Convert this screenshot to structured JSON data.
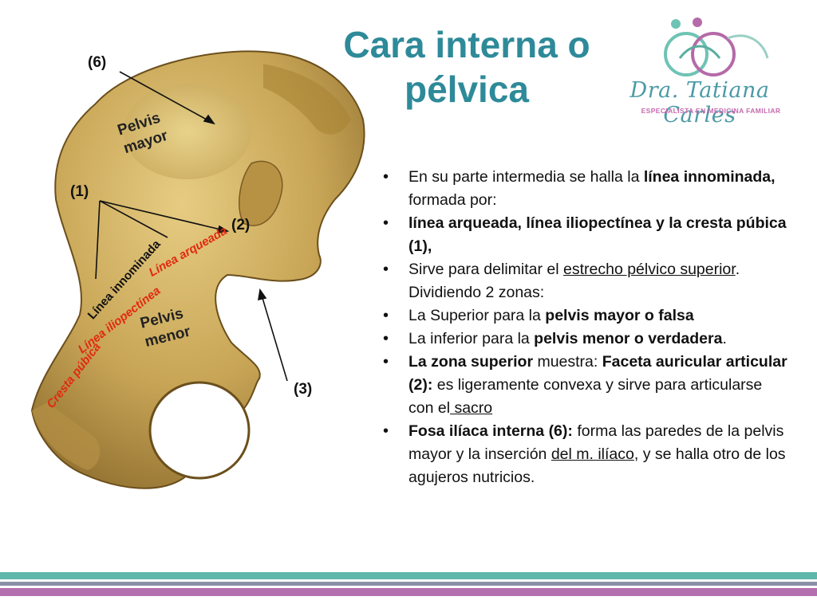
{
  "title": "Cara interna o pélvica",
  "logo": {
    "name": "Dra. Tatiana Carles",
    "subtitle": "ESPECIALISTA EN MEDICINA FAMILIAR"
  },
  "labels": {
    "n6": "(6)",
    "n1": "(1)",
    "n2": "(2)",
    "n3": "(3)",
    "pelvis_mayor": "Pelvis mayor",
    "pelvis_menor": "Pelvis menor",
    "linea_arqueada": "Línea arqueada",
    "linea_iliopectinea": "Línea iliopectínea",
    "linea_innominada": "Línea innominada",
    "cresta_pubica": "Cresta púbica"
  },
  "bullets": {
    "b1": {
      "t1": "En su parte intermedia se halla la ",
      "t2": "línea innominada,",
      "t3": " formada por:"
    },
    "b2": {
      "t1": "línea arqueada, línea iliopectínea y la cresta púbica (1),"
    },
    "b3": {
      "t1": "Sirve para delimitar el ",
      "t2": "estrecho pélvico superior",
      "t3": ". Dividiendo 2 zonas:"
    },
    "b4": {
      "t1": "La Superior para la ",
      "t2": "pelvis mayor  o falsa"
    },
    "b5": {
      "t1": "La inferior para la ",
      "t2": "pelvis menor o verdadera",
      "t3": "."
    },
    "b6": {
      "t1": "La zona superior",
      "t2": " muestra:  ",
      "t3": "Faceta auricular articular (2):",
      "t4": " es ligeramente convexa y sirve para articularse con el",
      "t5": " sacro"
    },
    "b7": {
      "t1": "Fosa ilíaca interna (6):",
      "t2": " forma las paredes de la pelvis mayor y la inserción ",
      "t3": "del m. ilíaco",
      "t4": ", y se halla otro de los agujeros nutricios."
    }
  },
  "colors": {
    "title": "#2e8a99",
    "bone": "#c4a254",
    "annotation_red": "#e12a10",
    "stripe_teal": "#5fb6ab",
    "stripe_purple": "#b46fae"
  }
}
